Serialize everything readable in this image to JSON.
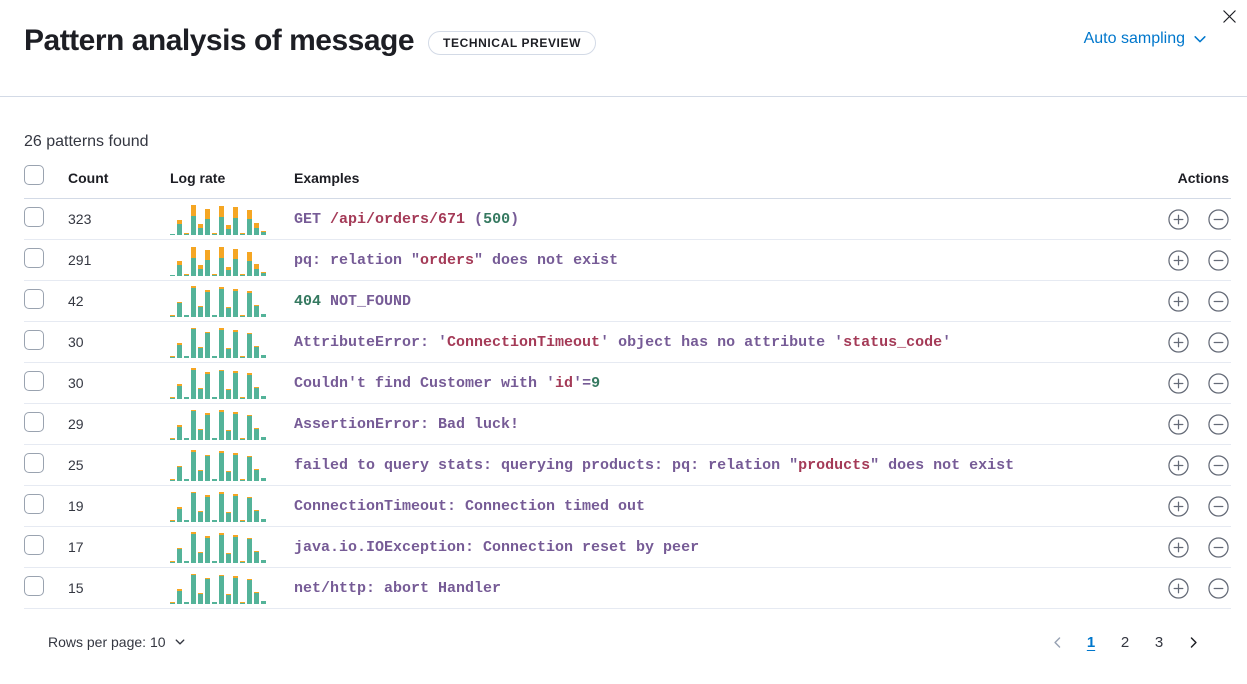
{
  "header": {
    "title": "Pattern analysis of message",
    "badge": "TECHNICAL PREVIEW",
    "sampling_label": "Auto sampling"
  },
  "summary": "26 patterns found",
  "table": {
    "columns": {
      "count": "Count",
      "log_rate": "Log rate",
      "examples": "Examples",
      "actions": "Actions"
    },
    "rows": [
      {
        "count": "323",
        "segments": [
          {
            "t": "GET ",
            "c": "p"
          },
          {
            "t": "/api/orders/671",
            "c": "r"
          },
          {
            "t": " (",
            "c": "p"
          },
          {
            "t": "500",
            "c": "g"
          },
          {
            "t": ")",
            "c": "p"
          }
        ],
        "spark": {
          "green": [
            3,
            32,
            4,
            55,
            20,
            48,
            4,
            53,
            17,
            50,
            4,
            46,
            22,
            8
          ],
          "orange": [
            1,
            12,
            1,
            33,
            13,
            30,
            1,
            33,
            12,
            31,
            1,
            28,
            13,
            3
          ]
        }
      },
      {
        "count": "291",
        "segments": [
          {
            "t": "pq: relation \"",
            "c": "p"
          },
          {
            "t": "orders",
            "c": "r"
          },
          {
            "t": "\" does not exist",
            "c": "p"
          }
        ],
        "spark": {
          "green": [
            3,
            31,
            4,
            53,
            20,
            47,
            4,
            52,
            17,
            49,
            4,
            45,
            21,
            8
          ],
          "orange": [
            1,
            13,
            1,
            32,
            13,
            29,
            1,
            32,
            11,
            30,
            1,
            27,
            13,
            3
          ]
        }
      },
      {
        "count": "42",
        "segments": [
          {
            "t": "404",
            "c": "g"
          },
          {
            "t": " NOT_FOUND",
            "c": "p"
          }
        ],
        "spark": {
          "green": [
            4,
            40,
            5,
            85,
            29,
            74,
            5,
            82,
            27,
            77,
            4,
            71,
            33,
            9
          ],
          "orange": [
            1,
            4,
            1,
            6,
            3,
            5,
            1,
            5,
            3,
            5,
            1,
            5,
            3,
            1
          ]
        }
      },
      {
        "count": "30",
        "segments": [
          {
            "t": "AttributeError: '",
            "c": "p"
          },
          {
            "t": "ConnectionTimeout",
            "c": "r"
          },
          {
            "t": "' object has no attribute '",
            "c": "p"
          },
          {
            "t": "status_code",
            "c": "r"
          },
          {
            "t": "'",
            "c": "p"
          }
        ],
        "spark": {
          "green": [
            4,
            39,
            5,
            84,
            29,
            73,
            5,
            82,
            27,
            76,
            4,
            70,
            33,
            9
          ],
          "orange": [
            1,
            4,
            1,
            5,
            3,
            5,
            1,
            5,
            3,
            5,
            1,
            4,
            3,
            1
          ]
        }
      },
      {
        "count": "30",
        "segments": [
          {
            "t": "Couldn't find Customer with '",
            "c": "p"
          },
          {
            "t": "id",
            "c": "r"
          },
          {
            "t": "'=",
            "c": "p"
          },
          {
            "t": "9",
            "c": "g"
          }
        ],
        "spark": {
          "green": [
            4,
            38,
            5,
            85,
            28,
            74,
            5,
            81,
            27,
            77,
            4,
            71,
            32,
            9
          ],
          "orange": [
            1,
            5,
            1,
            5,
            3,
            5,
            1,
            5,
            3,
            5,
            1,
            5,
            3,
            1
          ]
        }
      },
      {
        "count": "29",
        "segments": [
          {
            "t": "AssertionError: Bad luck!",
            "c": "p"
          }
        ],
        "spark": {
          "green": [
            4,
            39,
            5,
            84,
            29,
            74,
            5,
            82,
            27,
            76,
            4,
            70,
            33,
            9
          ],
          "orange": [
            1,
            4,
            1,
            5,
            3,
            5,
            1,
            5,
            3,
            5,
            1,
            5,
            3,
            1
          ]
        }
      },
      {
        "count": "25",
        "segments": [
          {
            "t": "failed to query stats: querying products: pq: relation \"",
            "c": "p"
          },
          {
            "t": "products",
            "c": "r"
          },
          {
            "t": "\" does not exist",
            "c": "p"
          }
        ],
        "spark": {
          "green": [
            4,
            40,
            5,
            85,
            29,
            73,
            5,
            83,
            27,
            77,
            4,
            71,
            33,
            9
          ],
          "orange": [
            1,
            4,
            1,
            5,
            3,
            5,
            1,
            5,
            3,
            5,
            1,
            4,
            3,
            1
          ]
        }
      },
      {
        "count": "19",
        "segments": [
          {
            "t": "ConnectionTimeout: Connection timed out",
            "c": "p"
          }
        ],
        "spark": {
          "green": [
            4,
            39,
            5,
            84,
            28,
            74,
            5,
            82,
            27,
            76,
            4,
            70,
            32,
            9
          ],
          "orange": [
            1,
            4,
            1,
            5,
            3,
            5,
            1,
            5,
            3,
            5,
            1,
            5,
            3,
            1
          ]
        }
      },
      {
        "count": "17",
        "segments": [
          {
            "t": "java.io.IOException: Connection reset by peer",
            "c": "p"
          }
        ],
        "spark": {
          "green": [
            4,
            40,
            5,
            85,
            29,
            74,
            5,
            82,
            27,
            77,
            4,
            71,
            33,
            9
          ],
          "orange": [
            1,
            4,
            1,
            5,
            3,
            5,
            1,
            5,
            3,
            5,
            1,
            4,
            3,
            1
          ]
        }
      },
      {
        "count": "15",
        "segments": [
          {
            "t": "net/http: abort Handler",
            "c": "p"
          }
        ],
        "spark": {
          "green": [
            4,
            38,
            5,
            84,
            28,
            73,
            5,
            81,
            26,
            76,
            4,
            70,
            32,
            9
          ],
          "orange": [
            1,
            5,
            1,
            5,
            3,
            5,
            1,
            5,
            3,
            5,
            1,
            5,
            3,
            1
          ]
        }
      }
    ]
  },
  "footer": {
    "rows_per_page_label": "Rows per page: 10",
    "pagination": {
      "pages": [
        "1",
        "2",
        "3"
      ],
      "current": "1"
    }
  },
  "icons": {
    "close": "close-icon",
    "chevron_down": "chevron-down-icon",
    "plus_circle": "plus-circle-icon",
    "minus_circle": "minus-circle-icon",
    "chevron_left": "chevron-left-icon",
    "chevron_right": "chevron-right-icon"
  },
  "colors": {
    "accent_blue": "#0077CC",
    "token_purple": "#765B96",
    "token_red": "#A43A57",
    "token_green": "#357960",
    "bar_green": "#54B399",
    "bar_orange": "#F5A623",
    "border": "#D3DAE6",
    "text": "#343741"
  }
}
